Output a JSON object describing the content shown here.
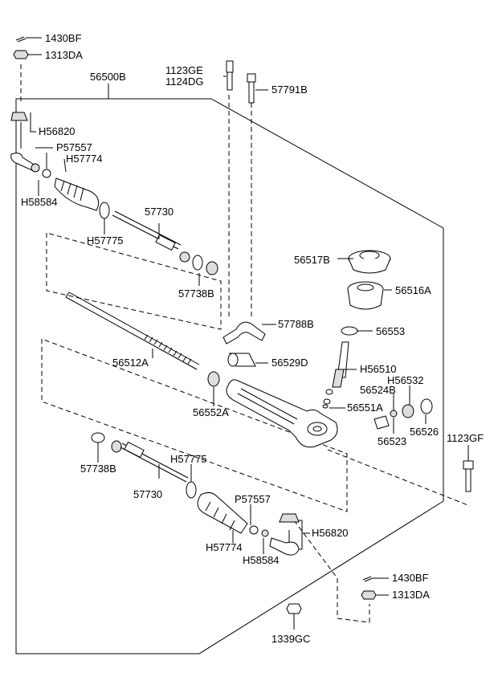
{
  "labels": {
    "l_1430BF_top": "1430BF",
    "l_1313DA_top": "1313DA",
    "l_1123GE": "1123GE",
    "l_1124DG": "1124DG",
    "l_56500B": "56500B",
    "l_57791B": "57791B",
    "l_H56820_top": "H56820",
    "l_P57557_top": "P57557",
    "l_H57774_top": "H57774",
    "l_H58584_top": "H58584",
    "l_57730_top": "57730",
    "l_H57775_top": "H57775",
    "l_56517B": "56517B",
    "l_56516A": "56516A",
    "l_57738B_top": "57738B",
    "l_57788B": "57788B",
    "l_56553": "56553",
    "l_56512A": "56512A",
    "l_56529D": "56529D",
    "l_H56510": "H56510",
    "l_H56532": "H56532",
    "l_56524B": "56524B",
    "l_56552A": "56552A",
    "l_56551A": "56551A",
    "l_56526": "56526",
    "l_56523": "56523",
    "l_1123GF": "1123GF",
    "l_57738B_bot": "57738B",
    "l_H57775_bot": "H57775",
    "l_57730_bot": "57730",
    "l_P57557_bot": "P57557",
    "l_H56820_bot": "H56820",
    "l_H57774_bot": "H57774",
    "l_H58584_bot": "H58584",
    "l_1430BF_bot": "1430BF",
    "l_1313DA_bot": "1313DA",
    "l_1339GC": "1339GC"
  }
}
